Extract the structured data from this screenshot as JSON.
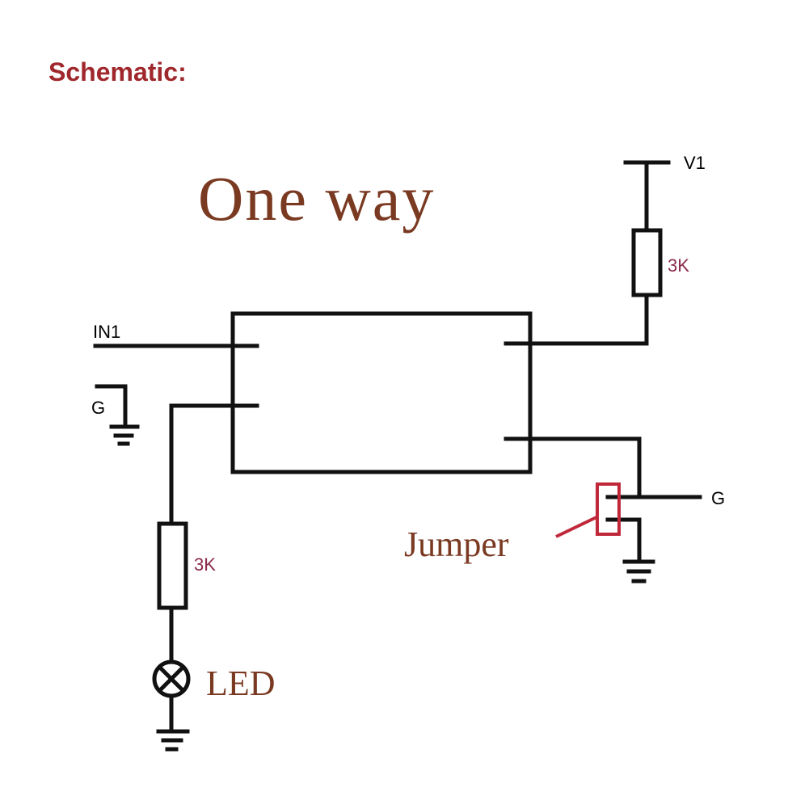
{
  "heading": "Schematic:",
  "title": "One way",
  "labels": {
    "v1": "V1",
    "in1": "IN1",
    "g_left": "G",
    "g_right": "G",
    "r_top": "3K",
    "r_left": "3K",
    "jumper": "Jumper",
    "led": "LED"
  },
  "colors": {
    "heading": "#a0282c",
    "serif_text": "#7a3a22",
    "resistor_label": "#8a2a4a",
    "jumper_box": "#c0283a",
    "wire": "#111111"
  }
}
